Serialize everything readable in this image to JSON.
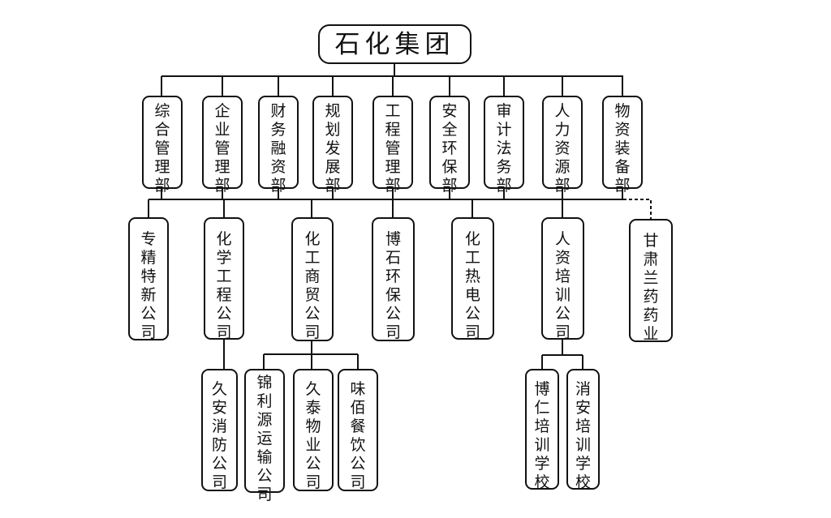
{
  "root": "石化集团",
  "departments": [
    "综合管理部",
    "企业管理部",
    "财务融资部",
    "规划发展部",
    "工程管理部",
    "安全环保部",
    "审计法务部",
    "人力资源部",
    "物资装备部"
  ],
  "companies": [
    "专精特新公司",
    "化学工程公司",
    "化工商贸公司",
    "博石环保公司",
    "化工热电公司",
    "人资培训公司",
    "甘肃兰药药业"
  ],
  "sub_companies": {
    "chem_engineering": [
      "久安消防公司"
    ],
    "chem_trade": [
      "锦利源运输公司",
      "久泰物业公司",
      "味佰餐饮公司"
    ],
    "hr_training": [
      "博仁培训学校",
      "消安培训学校"
    ]
  }
}
